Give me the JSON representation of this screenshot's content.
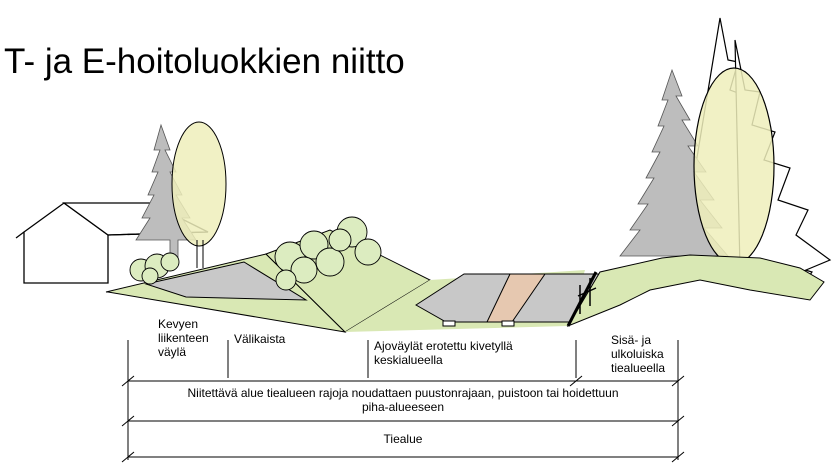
{
  "title": "T- ja E-hoitoluokkien niitto",
  "zones": {
    "kevyen": "Kevyen\nliikenteen\nväylä",
    "valikaista": "Välikaista",
    "ajovaylat": "Ajoväylät erotettu  kivetyllä\nkeskialueella",
    "luiska": "Sisä- ja\nulkoluiska\ntiealueella"
  },
  "spans": {
    "niitettava": "Niitettävä alue tiealueen rajoja noudattaen puustonrajaan, puistoon tai hoidettuun\npiha-alueeseen",
    "tiealue": "Tiealue"
  },
  "colors": {
    "grass": "#d9e8b4",
    "asphalt": "#c8c8c8",
    "median": "#e6c8b0",
    "canopy": "#eeeebb",
    "spruce": "#bdbdbd"
  }
}
